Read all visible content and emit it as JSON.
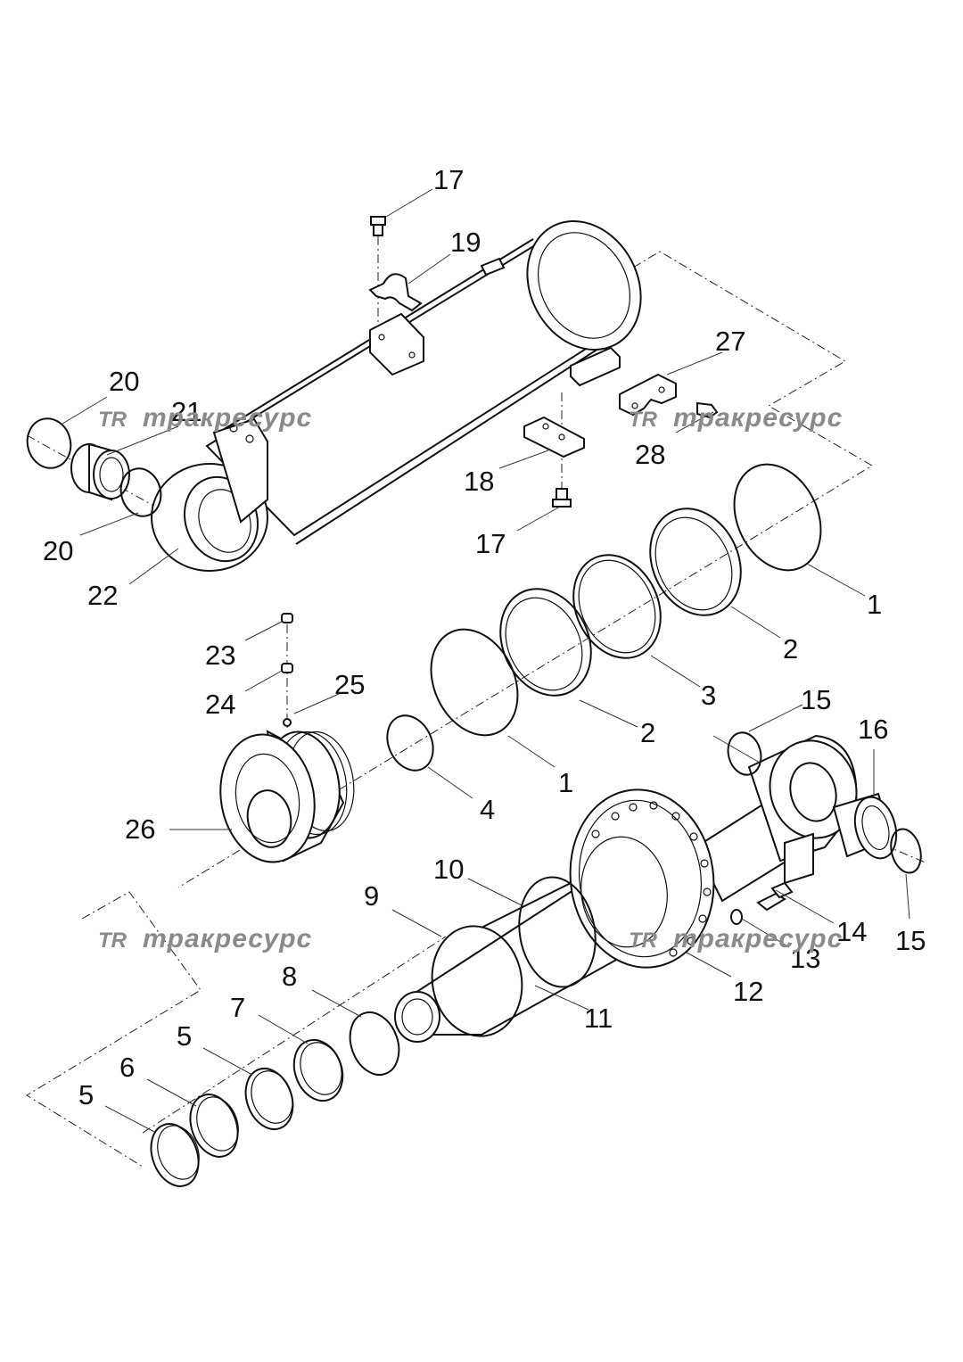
{
  "watermark": {
    "logo": "TR",
    "text": "тракресурс"
  },
  "callouts": [
    "17",
    "19",
    "20",
    "21",
    "27",
    "28",
    "18",
    "17",
    "20",
    "22",
    "1",
    "2",
    "23",
    "3",
    "24",
    "25",
    "15",
    "2",
    "16",
    "1",
    "26",
    "4",
    "10",
    "9",
    "14",
    "13",
    "15",
    "8",
    "12",
    "11",
    "7",
    "5",
    "6",
    "5"
  ]
}
